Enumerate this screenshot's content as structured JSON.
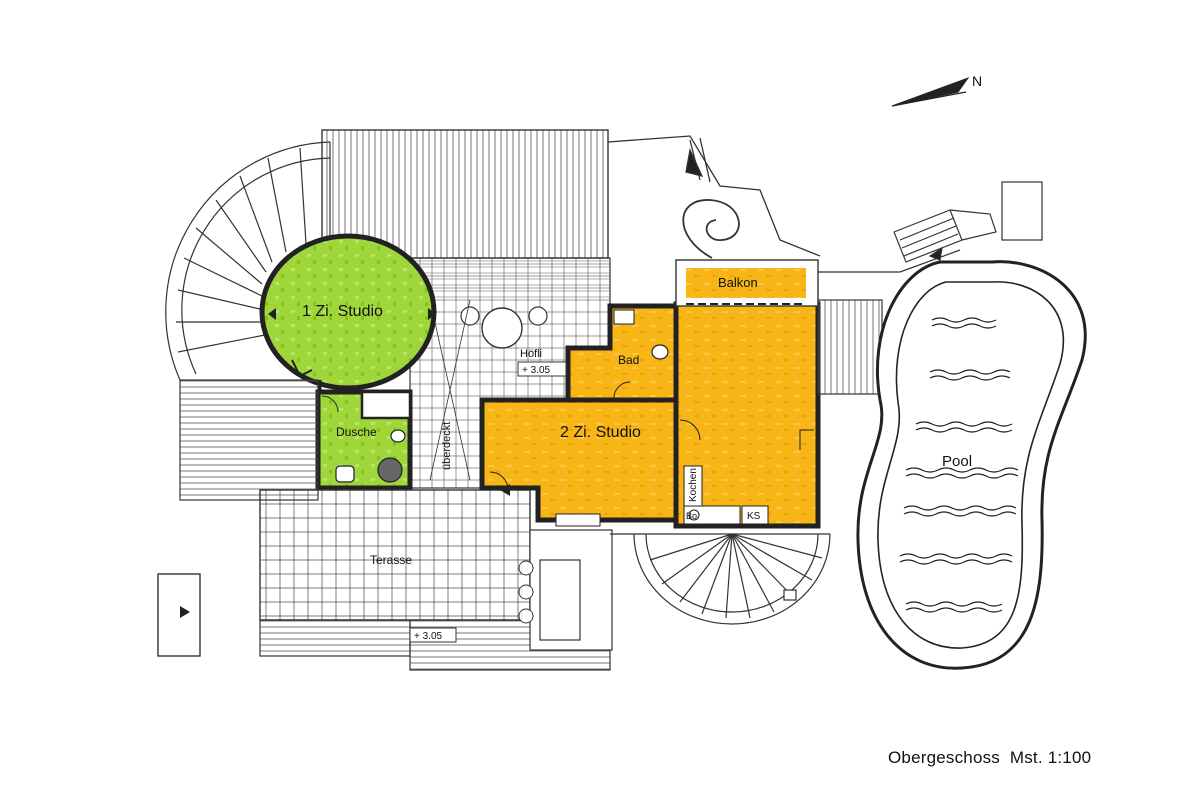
{
  "plan": {
    "caption_floor": "Obergeschoss",
    "caption_scale": "Mst. 1:100",
    "north_label": "N",
    "rooms": {
      "studio1": "1 Zi. Studio",
      "studio2": "2 Zi. Studio",
      "bad": "Bad",
      "dusche": "Dusche",
      "balkon": "Balkon",
      "hoefli": "Höfli",
      "kochen": "Kochen",
      "terasse": "Terasse",
      "pool": "Pool",
      "ueberdeckt": "überdeckt",
      "bo": "Bo",
      "ks": "KS"
    },
    "levels": {
      "hoefli": "+ 3.05",
      "terasse": "+ 3.05"
    },
    "colors": {
      "studio1_fill": "#9fd63a",
      "studio2_fill": "#f7b516",
      "walls": "#2a2a2a"
    }
  }
}
